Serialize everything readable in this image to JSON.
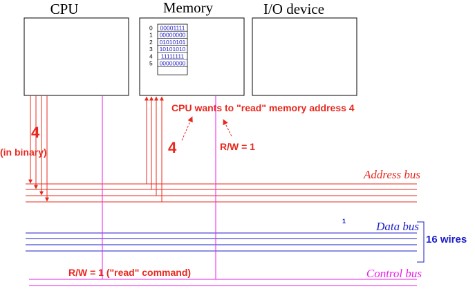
{
  "components": {
    "cpu": {
      "label": "CPU"
    },
    "memory": {
      "label": "Memory",
      "rows": [
        {
          "address": "0",
          "value": "00001111"
        },
        {
          "address": "1",
          "value": "00000000"
        },
        {
          "address": "2",
          "value": "01010101"
        },
        {
          "address": "3",
          "value": "10101010"
        },
        {
          "address": "4",
          "value": "11111111"
        },
        {
          "address": "5",
          "value": "00000000"
        }
      ]
    },
    "io": {
      "label": "I/O device"
    }
  },
  "annotations": {
    "cpu_value": "4",
    "in_binary": "(in binary)",
    "memory_value": "4",
    "cpu_wants": "CPU wants to \"read\" memory address 4",
    "rw_memory": "R/W = 1",
    "rw_command": "R/W = 1 (\"read\" command)",
    "data_bus_mark": "1",
    "wires_count": "16 wires"
  },
  "buses": {
    "address": "Address bus",
    "data": "Data bus",
    "control": "Control bus"
  },
  "colors": {
    "address": "#e8281e",
    "data": "#1c1cc8",
    "control": "#e81ee8",
    "memory_text": "#1c1cc8",
    "outline": "#000000"
  }
}
